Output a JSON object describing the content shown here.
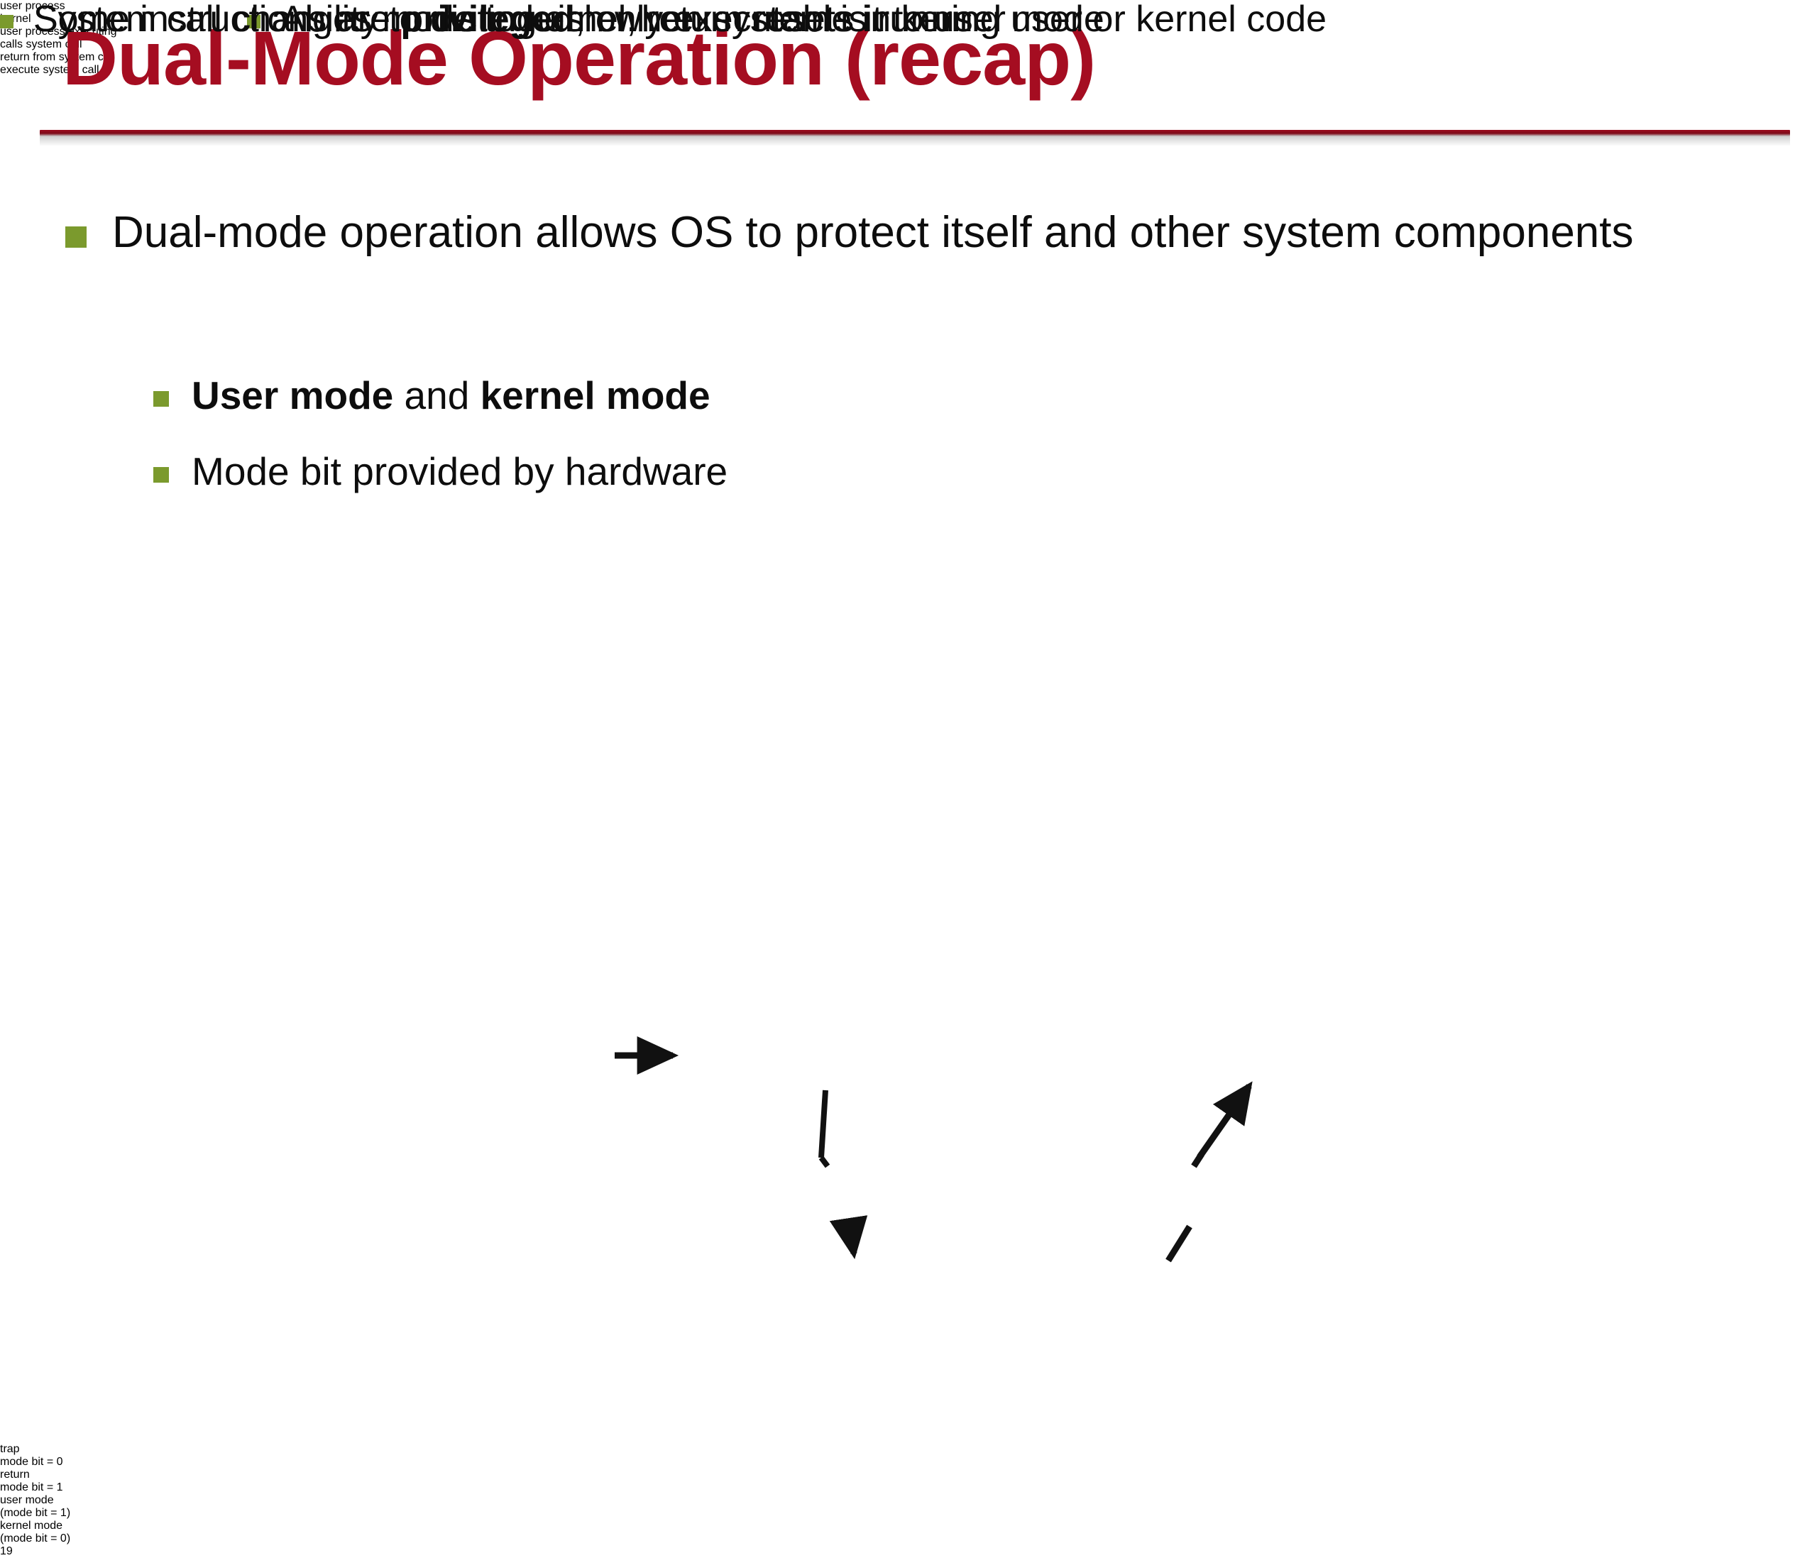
{
  "slide": {
    "title": "Dual-Mode Operation (recap)",
    "page_number": "19",
    "title_color": "#a50d21",
    "bullet_marker_color": "#7b9a2d"
  },
  "bullets": {
    "l1": "Dual-mode operation allows OS to protect itself and other system components",
    "l2a_pre": "",
    "l2a_bold1": "User mode",
    "l2a_mid": " and ",
    "l2a_bold2": "kernel mode",
    "l2b": "Mode bit provided by hardware",
    "l3a": "Ability to distinguish when system is running user or kernel code",
    "l3b_pre": "Some instructions are ",
    "l3b_bold": "privileged",
    "l3b_post": ", only executable in kernel mode",
    "l3c": "System call changes mode to kernel, return resets it to user"
  },
  "diagram": {
    "user_region_label": "user process",
    "kernel_region_label": "kernel",
    "user_region_color": "#cccccc",
    "kernel_region_color": "#bde3f7",
    "nodes": {
      "user_executing": "user process executing",
      "calls_system_call": "calls system call",
      "return_from_system_call": "return from system call",
      "execute_system_call": "execute system call"
    },
    "annotations": {
      "trap_line1": "trap",
      "trap_line2": "mode bit = 0",
      "return_line1": "return",
      "return_line2": "mode bit = 1"
    },
    "side_labels": {
      "user_mode_line1": "user mode",
      "user_mode_line2": "(mode bit = 1)",
      "kernel_mode_line1": "kernel mode",
      "kernel_mode_line2": "(mode bit = 0)"
    }
  }
}
